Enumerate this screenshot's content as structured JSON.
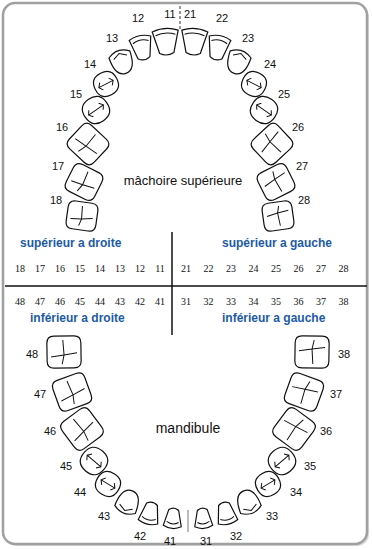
{
  "diagram": {
    "labels": [
      "11",
      "12",
      "13",
      "14",
      "15",
      "16",
      "17",
      "18",
      "21",
      "22",
      "23",
      "24",
      "25",
      "26",
      "27",
      "28",
      "mâchoire supérieure",
      "supérieur a droite",
      "supérieur a gauche",
      "18",
      "17",
      "16",
      "15",
      "14",
      "13",
      "12",
      "11",
      "21",
      "22",
      "23",
      "24",
      "25",
      "26",
      "27",
      "28",
      "48",
      "47",
      "46",
      "45",
      "44",
      "43",
      "42",
      "41",
      "31",
      "32",
      "33",
      "34",
      "35",
      "36",
      "37",
      "38",
      "inférieur a droite",
      "inférieur a gauche",
      "48",
      "47",
      "46",
      "45",
      "44",
      "43",
      "42",
      "41",
      "31",
      "32",
      "33",
      "34",
      "35",
      "36",
      "37",
      "38",
      "mandibule"
    ]
  }
}
